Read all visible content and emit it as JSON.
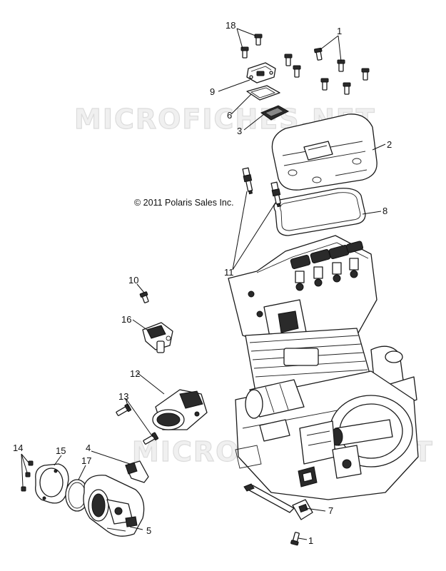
{
  "watermark": "MICROFICHES.NET",
  "copyright": "© 2011 Polaris Sales Inc.",
  "callouts": [
    {
      "id": "c1a",
      "label": "1"
    },
    {
      "id": "c18",
      "label": "18"
    },
    {
      "id": "c9",
      "label": "9"
    },
    {
      "id": "c6",
      "label": "6"
    },
    {
      "id": "c3",
      "label": "3"
    },
    {
      "id": "c2",
      "label": "2"
    },
    {
      "id": "c8",
      "label": "8"
    },
    {
      "id": "c11",
      "label": "11"
    },
    {
      "id": "c10",
      "label": "10"
    },
    {
      "id": "c16",
      "label": "16"
    },
    {
      "id": "c12",
      "label": "12"
    },
    {
      "id": "c13",
      "label": "13"
    },
    {
      "id": "c4",
      "label": "4"
    },
    {
      "id": "c14",
      "label": "14"
    },
    {
      "id": "c15",
      "label": "15"
    },
    {
      "id": "c17",
      "label": "17"
    },
    {
      "id": "c5",
      "label": "5"
    },
    {
      "id": "c7",
      "label": "7"
    },
    {
      "id": "c1b",
      "label": "1"
    }
  ]
}
